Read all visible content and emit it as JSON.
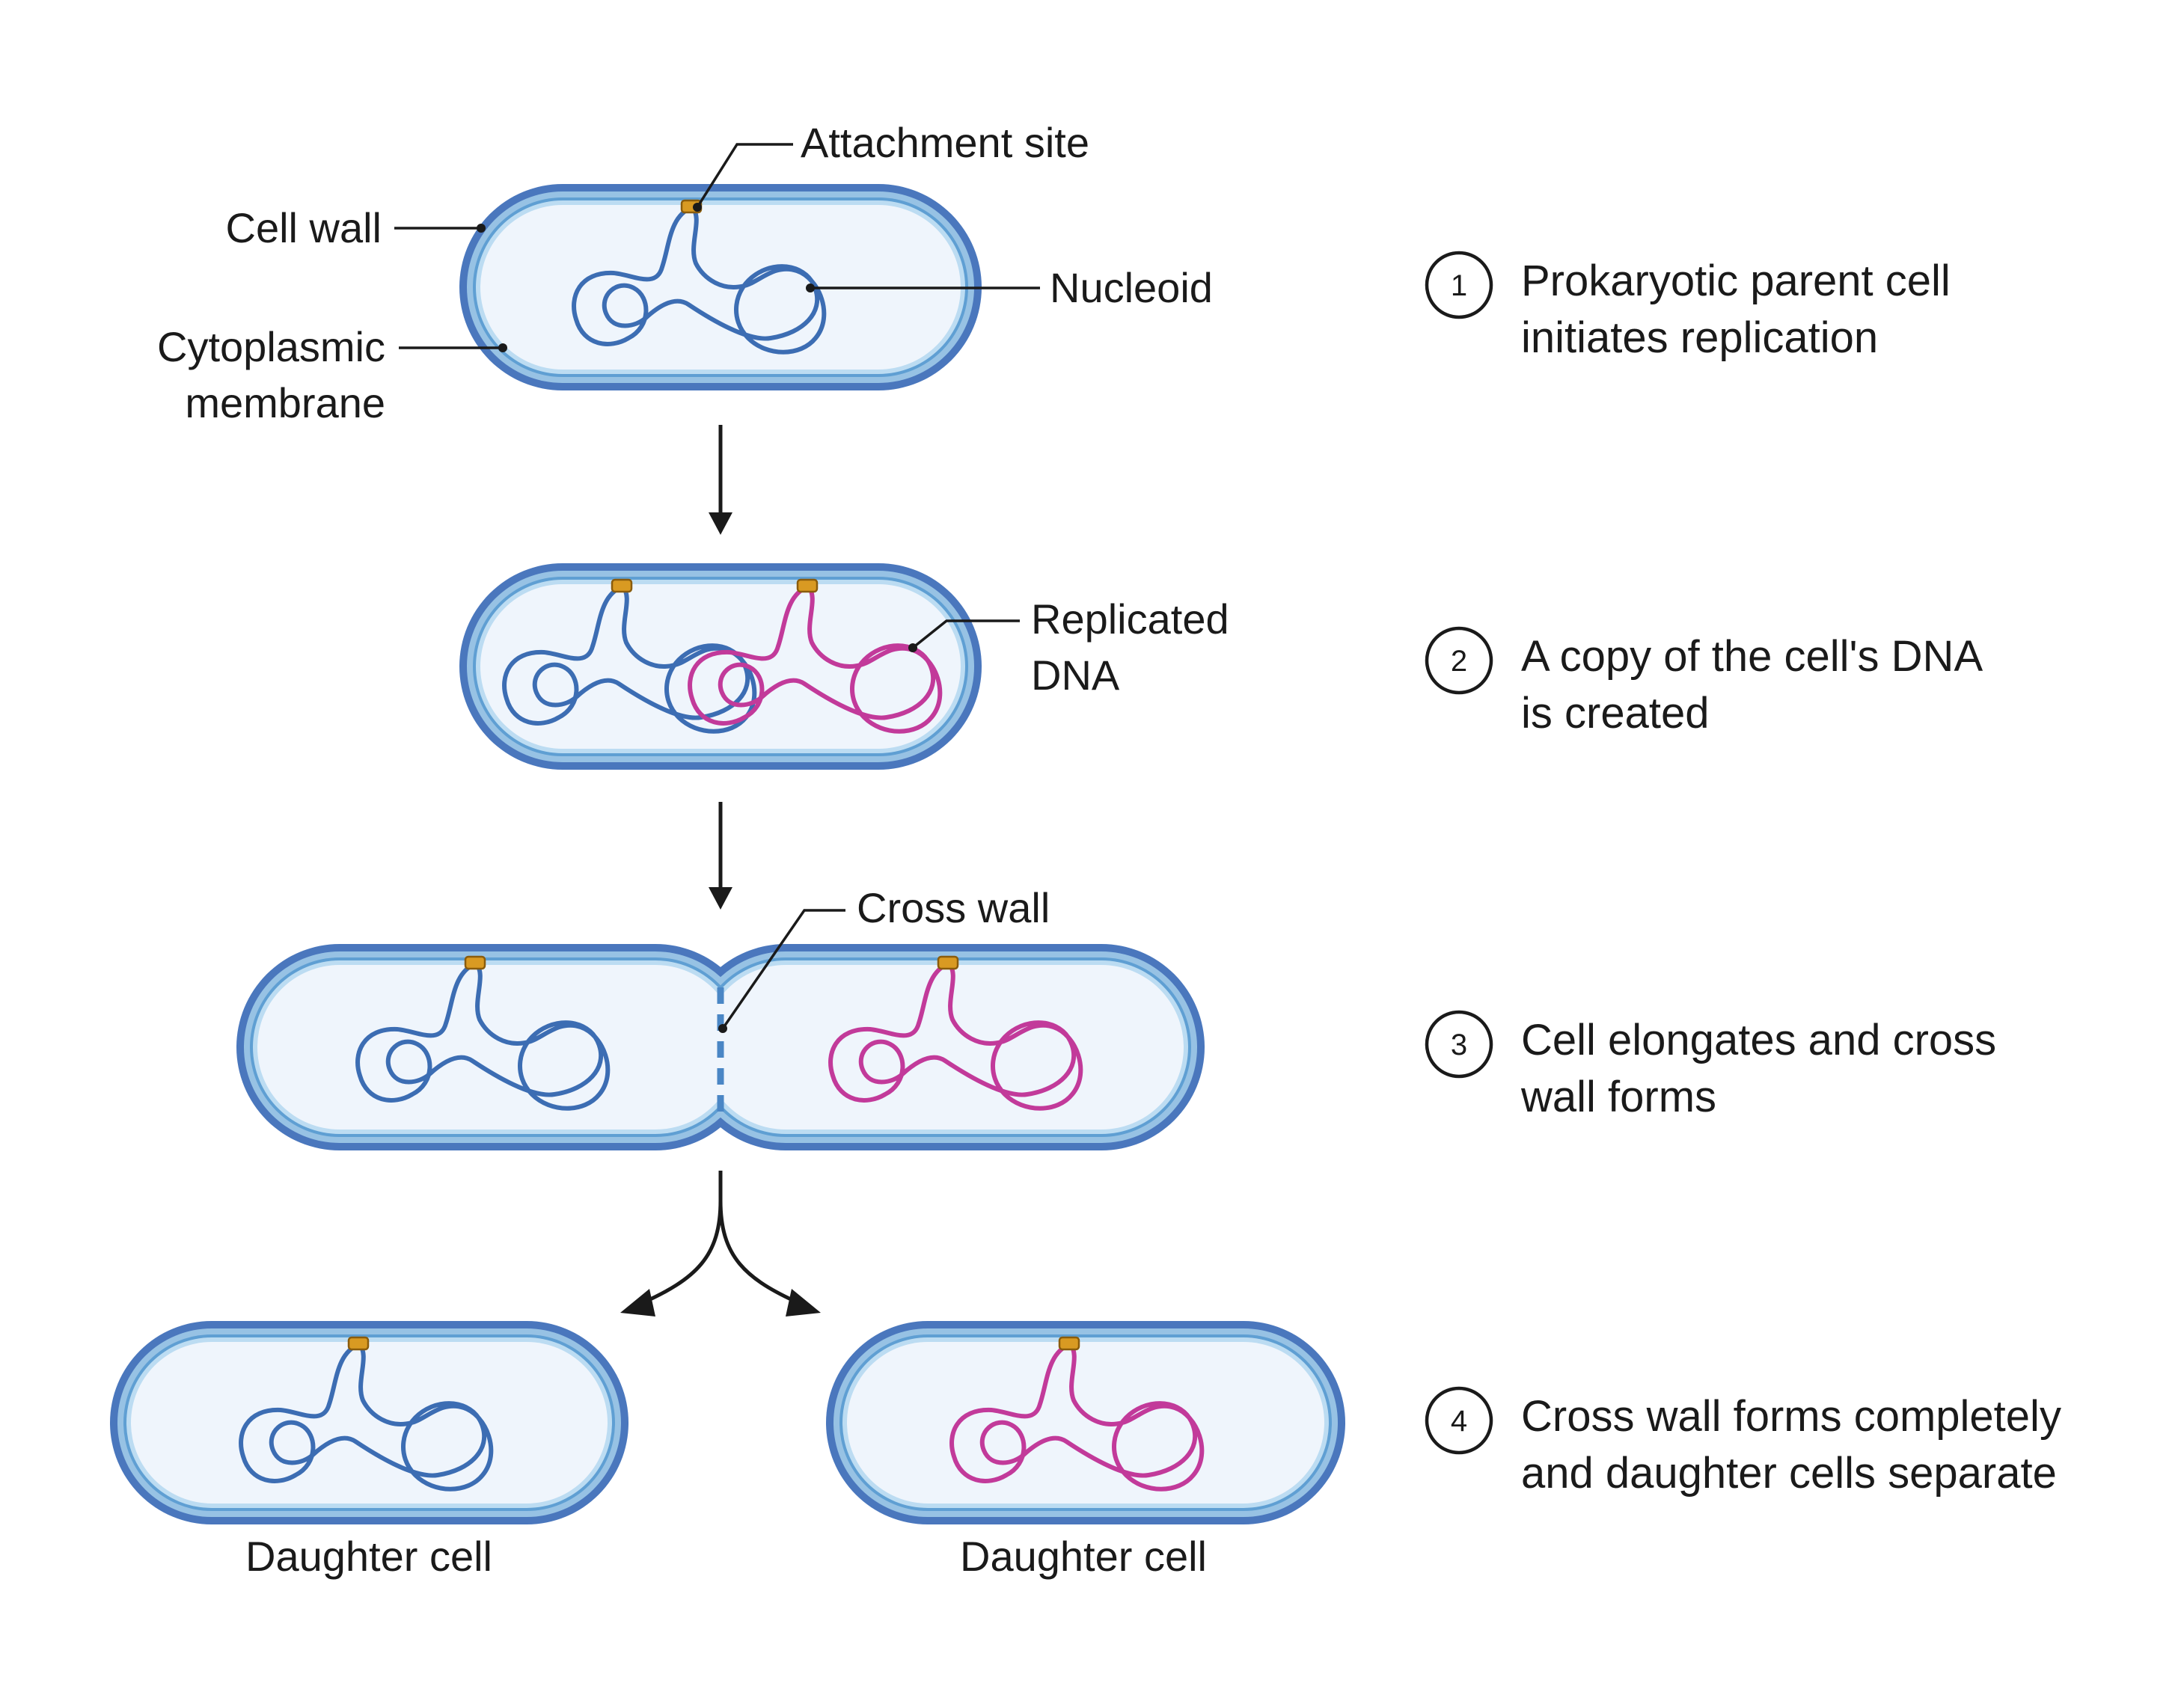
{
  "labels": {
    "attachment_site": "Attachment site",
    "cell_wall": "Cell wall",
    "nucleoid": "Nucleoid",
    "cytoplasmic_membrane_line1": "Cytoplasmic",
    "cytoplasmic_membrane_line2": "membrane",
    "replicated_dna_line1": "Replicated",
    "replicated_dna_line2": "DNA",
    "cross_wall": "Cross wall",
    "daughter_cell_left": "Daughter cell",
    "daughter_cell_right": "Daughter cell"
  },
  "steps": [
    {
      "number": "1",
      "line1": "Prokaryotic parent cell",
      "line2": "initiates replication"
    },
    {
      "number": "2",
      "line1": "A copy of the cell's DNA",
      "line2": "is created"
    },
    {
      "number": "3",
      "line1": "Cell elongates and cross",
      "line2": "wall forms"
    },
    {
      "number": "4",
      "line1": "Cross wall forms completely",
      "line2": "and daughter cells separate"
    }
  ],
  "colors": {
    "cell_wall": "#4a77bd",
    "membrane": "#97c2e4",
    "cytoplasm": "#eff5fc",
    "original_dna": "#3c6db3",
    "replicated_dna": "#c23a9a",
    "attachment_site": "#d99a22"
  }
}
